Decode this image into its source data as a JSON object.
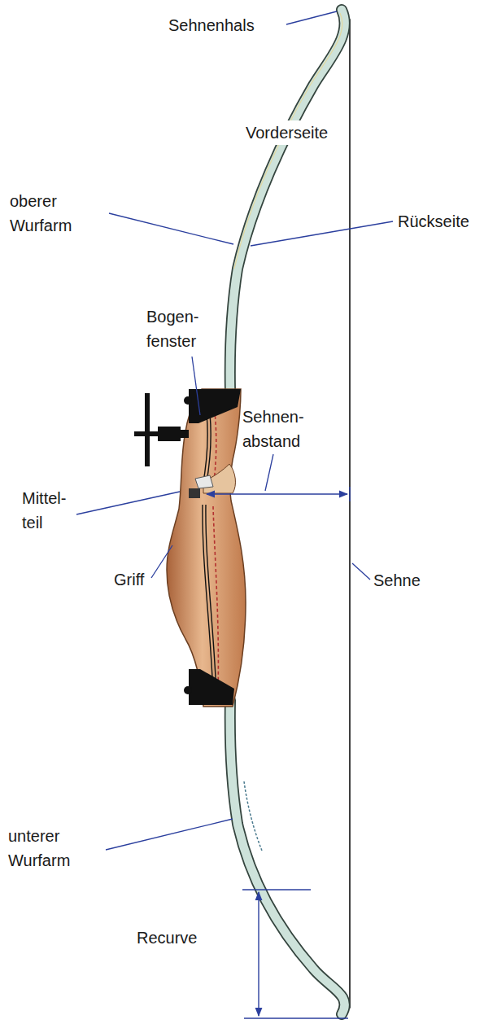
{
  "diagram": {
    "labels": [
      "Sehnenhals",
      "Vorderseite",
      "oberer Wurfarm",
      "Rückseite",
      "Bogen- fenster",
      "Sehnen- abstand",
      "Mittel- teil",
      "Griff",
      "Sehne",
      "unterer Wurfarm",
      "Recurve"
    ]
  }
}
